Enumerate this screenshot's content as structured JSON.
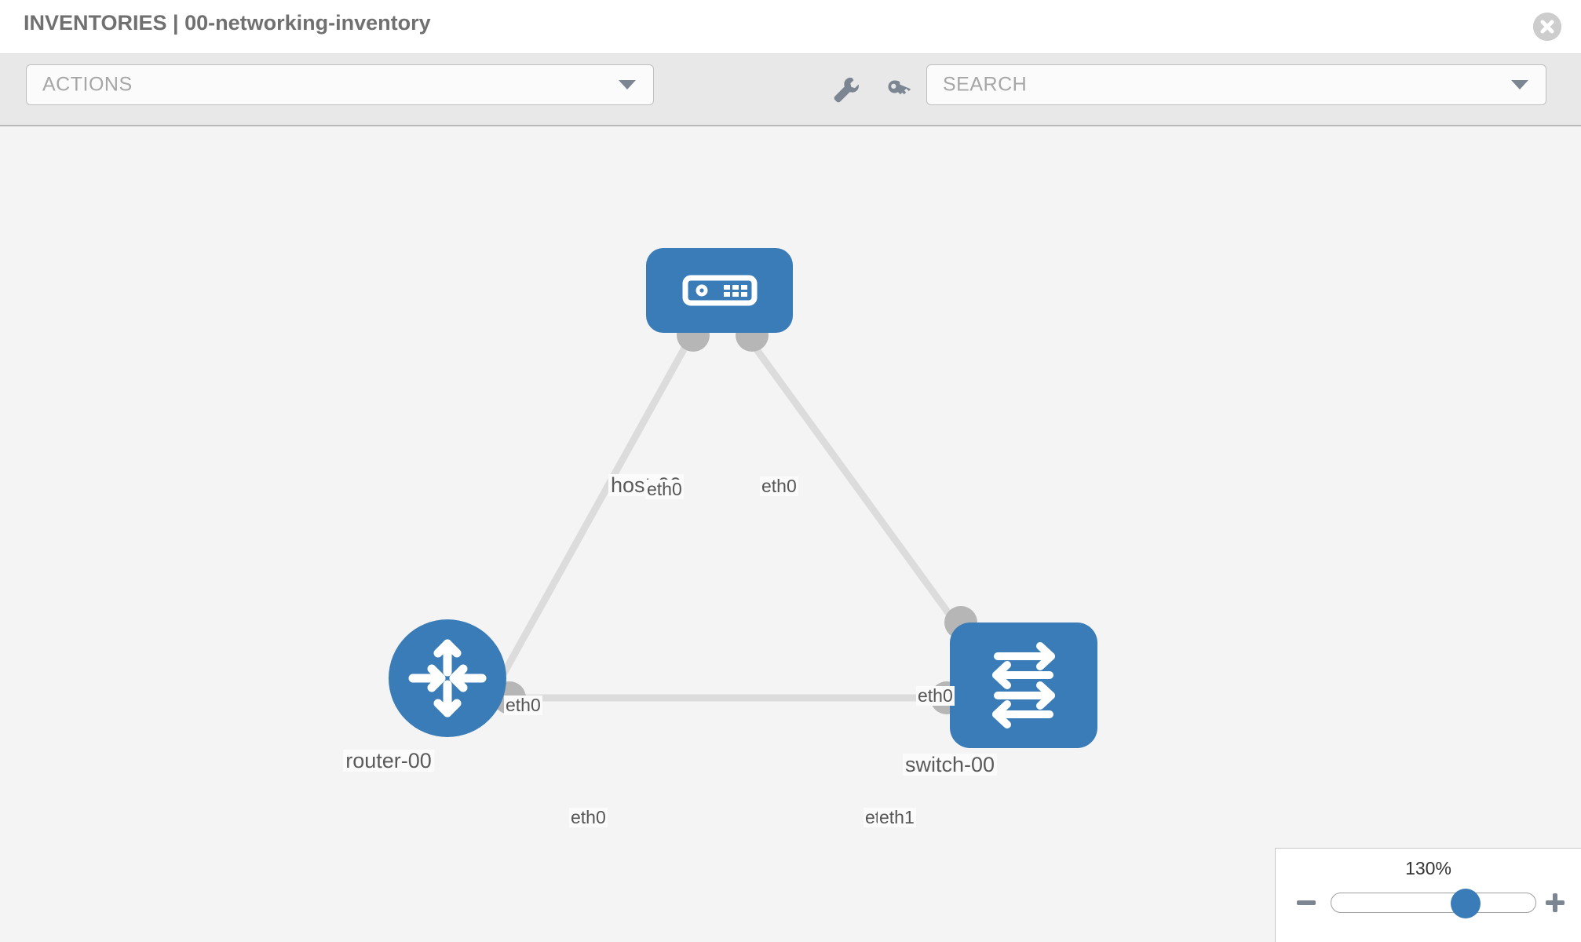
{
  "header": {
    "title": "INVENTORIES | 00-networking-inventory",
    "close_icon": "close-circle-icon"
  },
  "toolbar": {
    "actions": {
      "label": "ACTIONS",
      "caret_icon": "chevron-down-icon"
    },
    "search": {
      "placeholder": "SEARCH",
      "label": "SEARCH",
      "caret_icon": "chevron-down-icon"
    },
    "tools": [
      {
        "name": "wrench-icon",
        "title": "Settings"
      },
      {
        "name": "key-icon",
        "title": "Credentials"
      }
    ]
  },
  "topology": {
    "accent_color": "#3a7cb8",
    "nub_color": "#b6b6b6",
    "link_color": "#dcdcdc",
    "canvas_background": "#f4f4f4",
    "nodes": [
      {
        "id": "host-00",
        "label": "host-00",
        "type": "host",
        "icon": "server-icon"
      },
      {
        "id": "router-00",
        "label": "router-00",
        "type": "router",
        "icon": "router-arrows-icon"
      },
      {
        "id": "switch-00",
        "label": "switch-00",
        "type": "switch",
        "icon": "switch-arrows-icon"
      }
    ],
    "link_labels": {
      "host_left": "eth0",
      "host_right": "eth0",
      "router_upper": "eth0",
      "switch_upper": "eth0",
      "router_right": "eth0",
      "switch_left_hidden": "eth0",
      "switch_left": "eth1"
    }
  },
  "zoom": {
    "value_label": "130%",
    "value": 130,
    "minus_icon": "minus-icon",
    "plus_icon": "plus-icon",
    "slider_name": "zoom-slider"
  }
}
